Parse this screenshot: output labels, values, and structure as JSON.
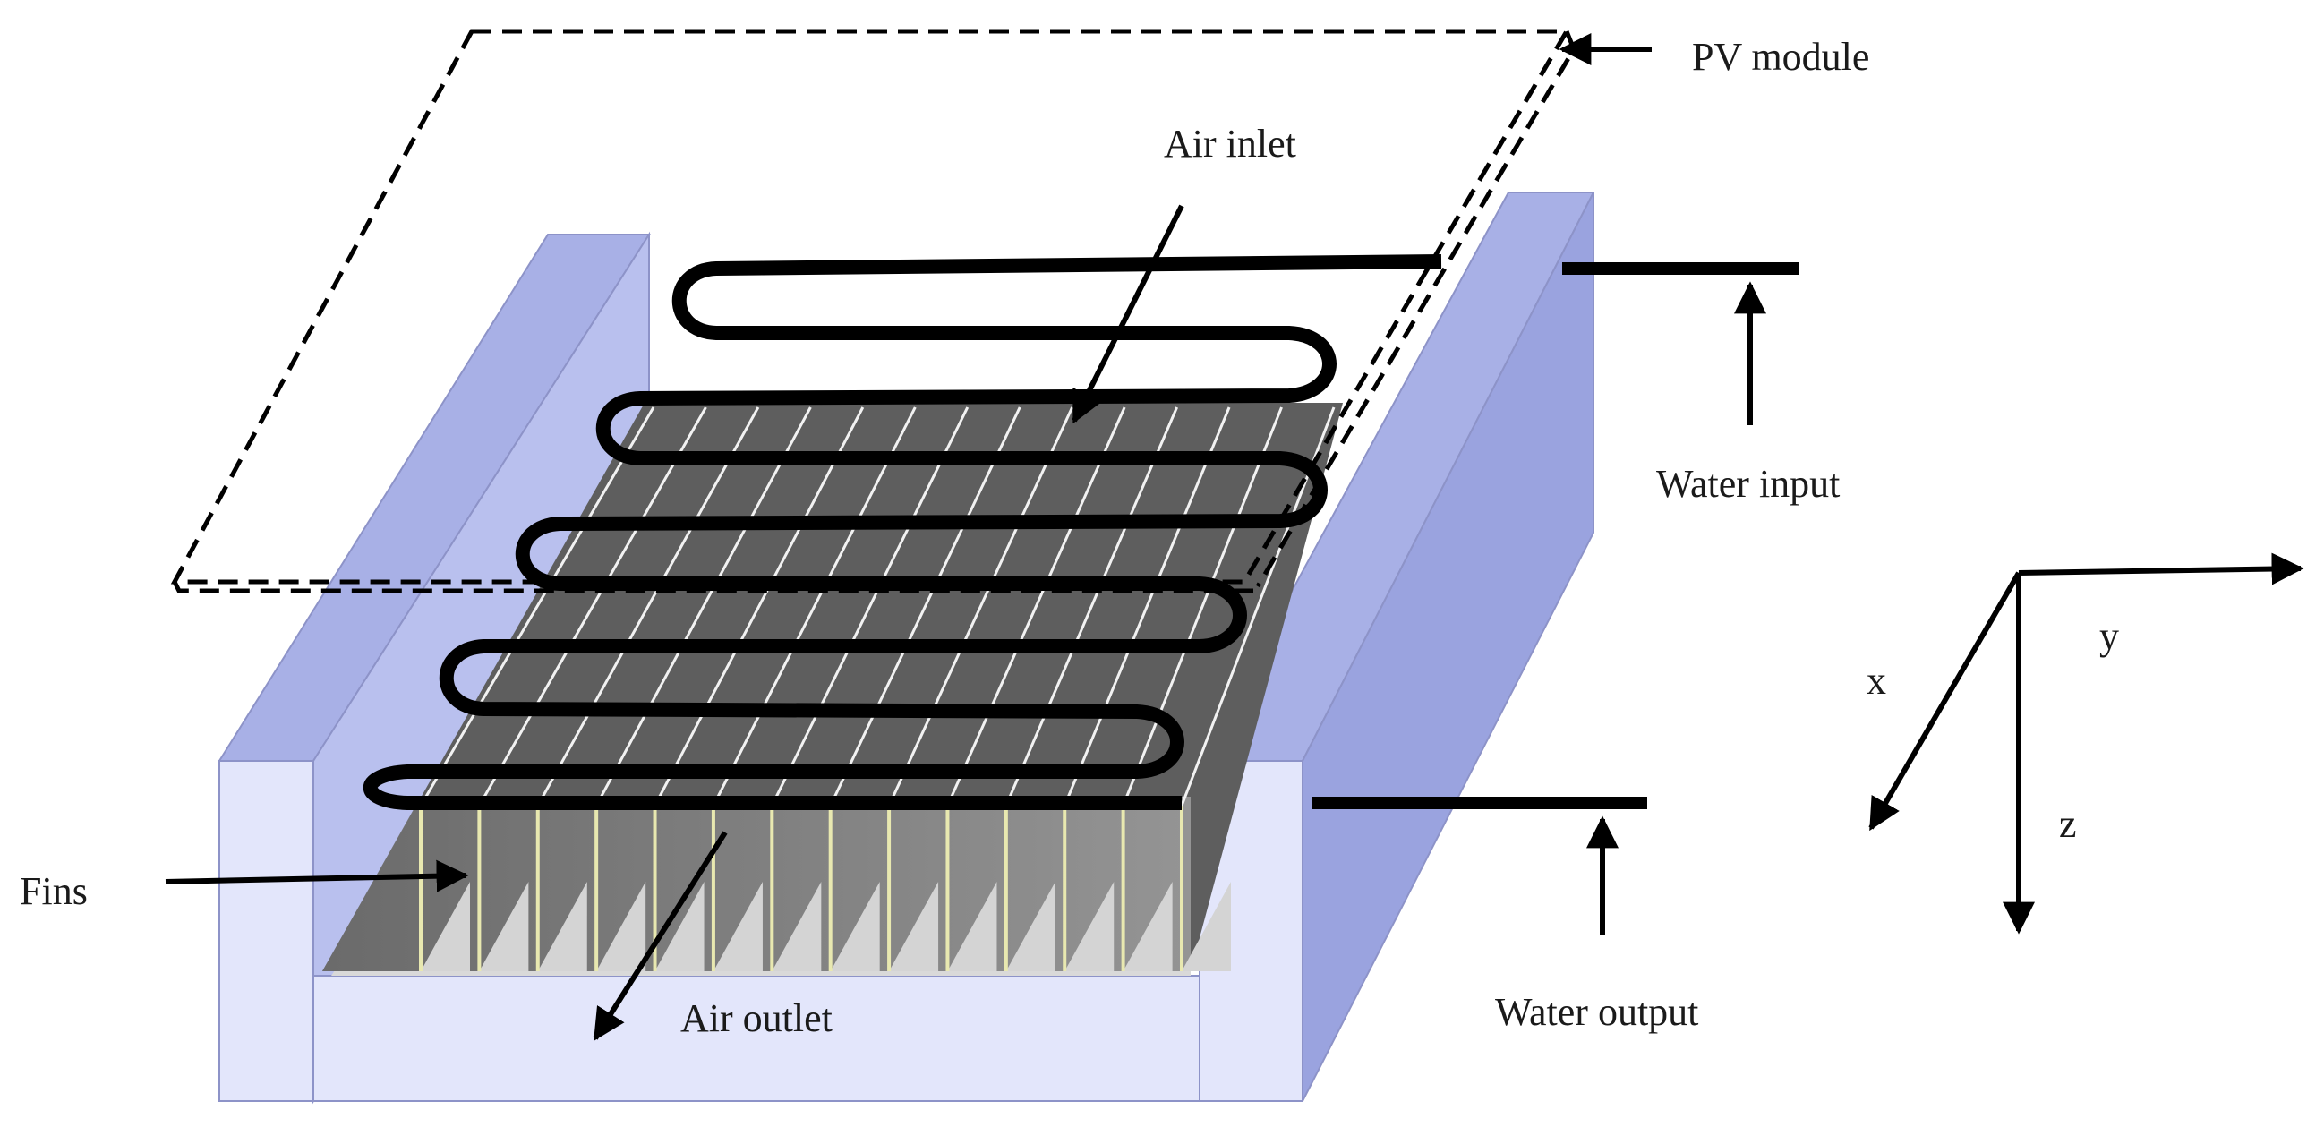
{
  "labels": {
    "pv_module": "PV module",
    "air_inlet": "Air inlet",
    "water_input": "Water input",
    "fins": "Fins",
    "air_outlet": "Air outlet",
    "water_output": "Water output"
  },
  "axes": {
    "x": "x",
    "y": "y",
    "z": "z"
  },
  "colors": {
    "side_wall_front": "#e3e6fb",
    "side_wall_top": "#a8b0e6",
    "fin_dark": "#7a7a7a",
    "fin_light": "#d4d4d4",
    "fin_edge": "#e8e8b0",
    "pipe": "#000000",
    "pv_dashed": "#000000"
  }
}
